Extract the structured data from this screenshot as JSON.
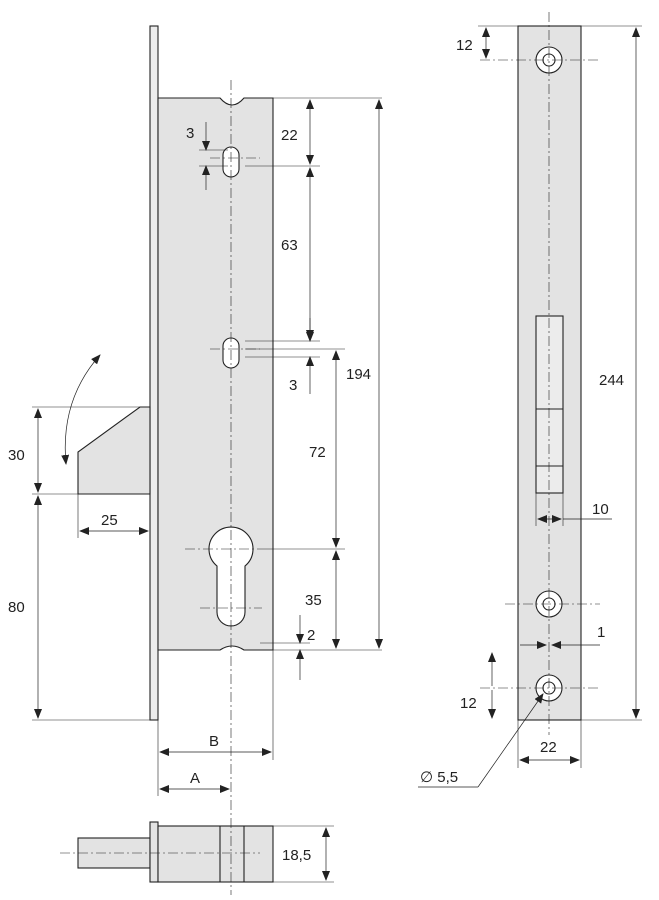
{
  "dimensions": {
    "top_slot_offset": "22",
    "slot_width": "3",
    "slot_spacing": "63",
    "lower_slot_width": "3",
    "case_height": "194",
    "cylinder_to_slot": "72",
    "latch_height": "30",
    "latch_projection": "25",
    "latch_to_bottom": "80",
    "cylinder_to_bottom": "35",
    "bottom_notch": "2",
    "backset_b": "B",
    "backset_a": "A",
    "case_depth": "18,5",
    "faceplate_top_hole": "12",
    "faceplate_length": "244",
    "bolt_width": "10",
    "bolt_offset": "1",
    "faceplate_bottom_hole": "12",
    "faceplate_width": "22",
    "hole_diameter": "∅ 5,5"
  }
}
